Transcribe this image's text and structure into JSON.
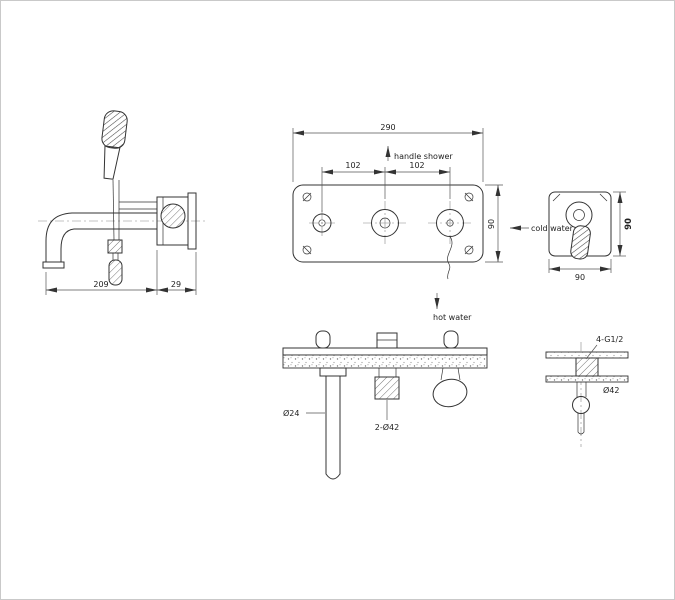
{
  "views": {
    "side": {
      "dim_spout_length": "209",
      "dim_body_depth": "29"
    },
    "front": {
      "dim_width": "290",
      "dim_spacing_left": "102",
      "dim_spacing_right": "102",
      "dim_height": "90",
      "handle_shower_label": "handle shower",
      "cold_water_label": "cold water",
      "hot_water_label": "hot water"
    },
    "holder_front": {
      "dim_height": "90",
      "dim_width": "90"
    },
    "top": {
      "dim_spout_diameter": "Ø24",
      "dim_valve_diameter": "2-Ø42"
    },
    "holder_side": {
      "thread_label": "4-G1/2",
      "dim_diameter": "Ø42"
    }
  }
}
